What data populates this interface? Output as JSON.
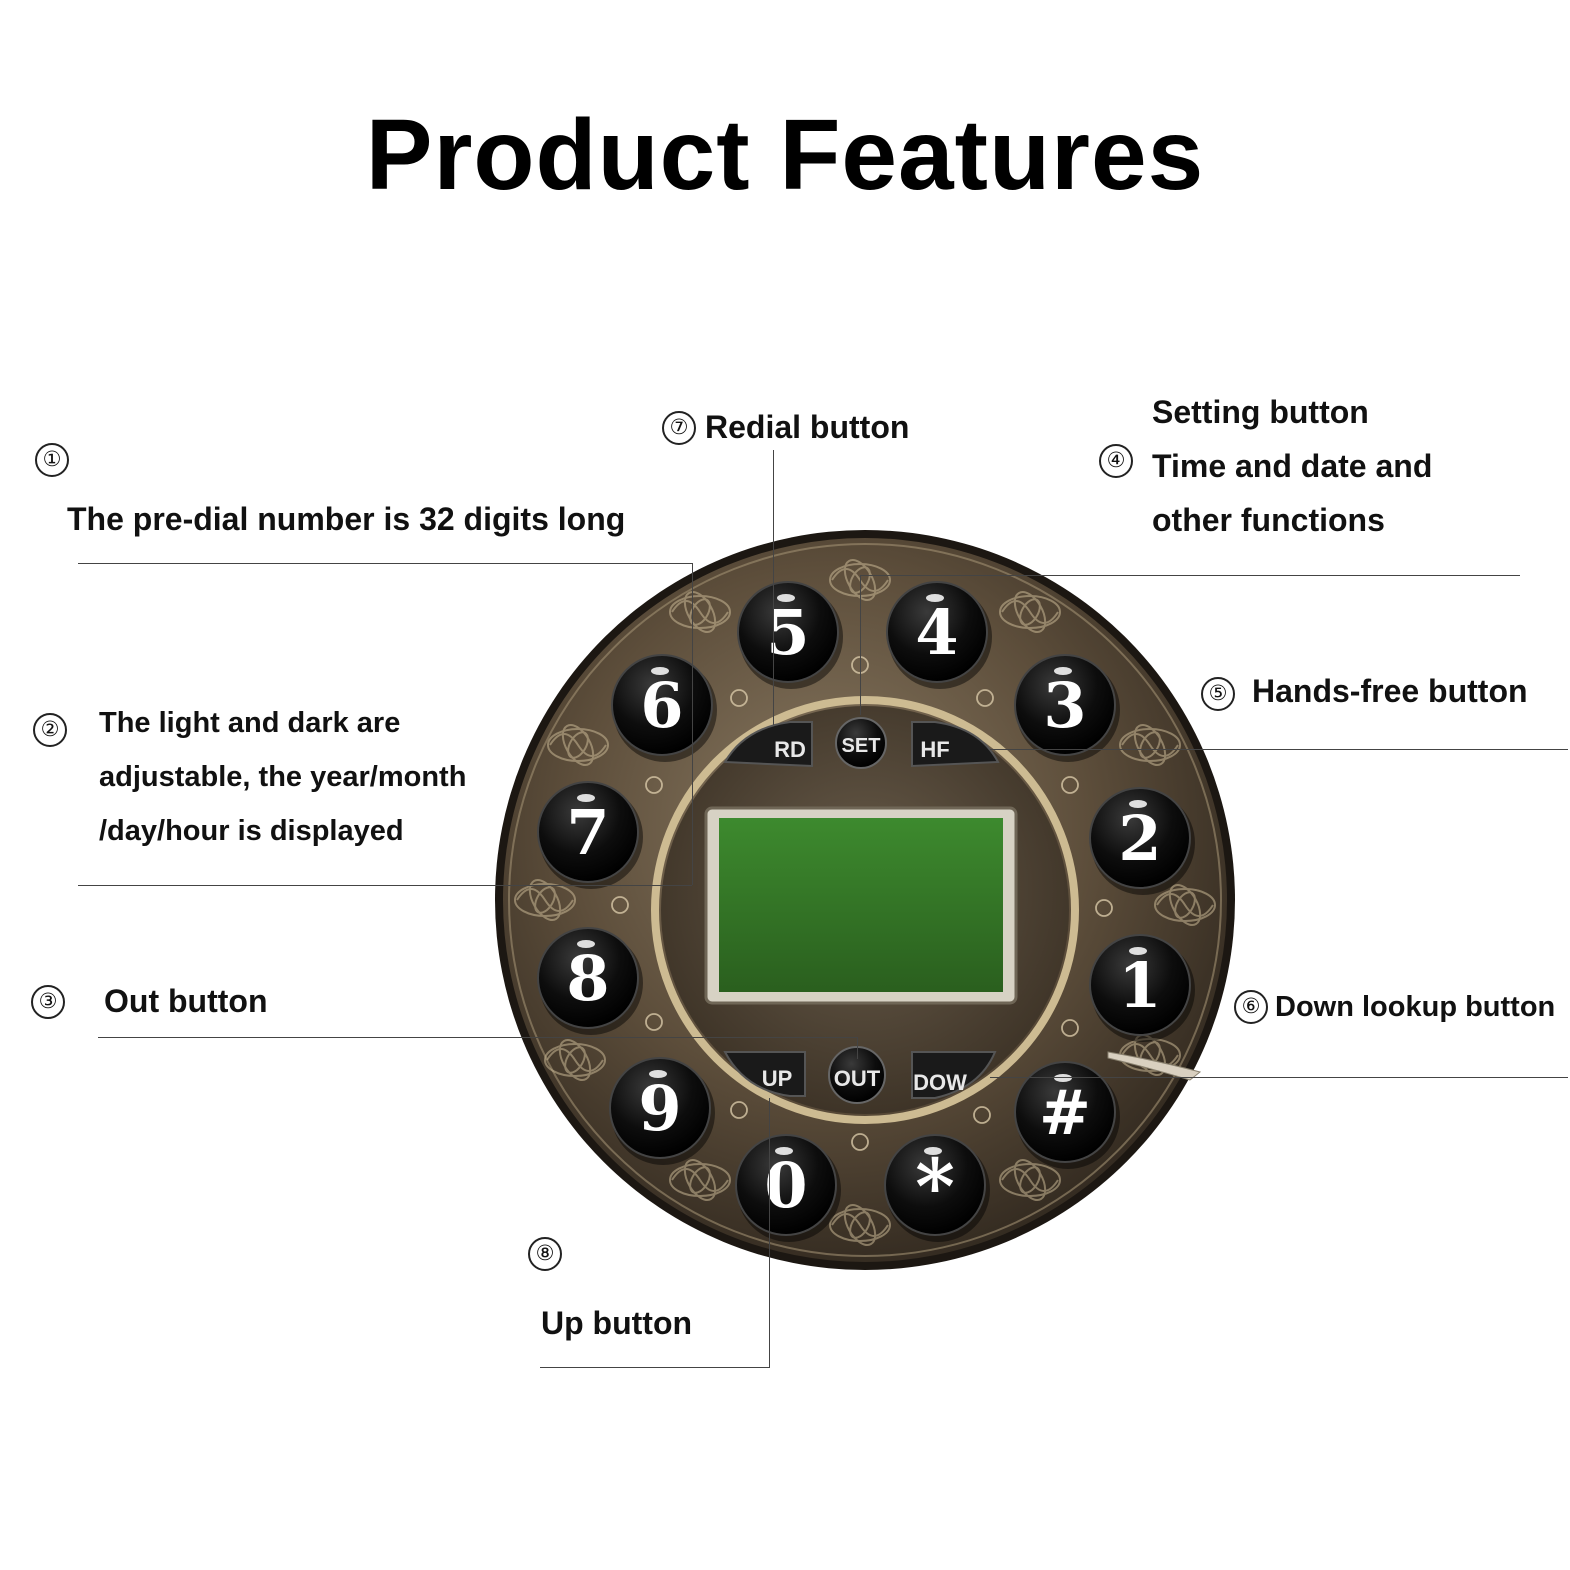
{
  "title": "Product Features",
  "callouts": {
    "c1": {
      "num": "①",
      "text": "The pre-dial number is 32 digits long"
    },
    "c2": {
      "num": "②",
      "lines": [
        "The light and dark are",
        "adjustable, the year/month",
        "/day/hour is displayed"
      ]
    },
    "c3": {
      "num": "③",
      "text": "Out button"
    },
    "c4": {
      "num": "④",
      "lines": [
        "Setting button",
        "Time and date and",
        "other functions"
      ]
    },
    "c5": {
      "num": "⑤",
      "text": "Hands-free button"
    },
    "c6": {
      "num": "⑥",
      "text": "Down lookup button"
    },
    "c7": {
      "num": "⑦",
      "text": "Redial button"
    },
    "c8": {
      "num": "⑧",
      "text": "Up button"
    }
  },
  "keypad": {
    "digit_keys": [
      "5",
      "4",
      "3",
      "2",
      "1",
      "#",
      "*",
      "0",
      "9",
      "8",
      "7",
      "6"
    ],
    "function_keys": {
      "rd": "RD",
      "set": "SET",
      "hf": "HF",
      "up": "UP",
      "out": "OUT",
      "dow": "DOW"
    }
  },
  "colors": {
    "bezel": "#6b5a45",
    "screen": "#2f6e23",
    "key": "#111111",
    "text": "#000000"
  }
}
